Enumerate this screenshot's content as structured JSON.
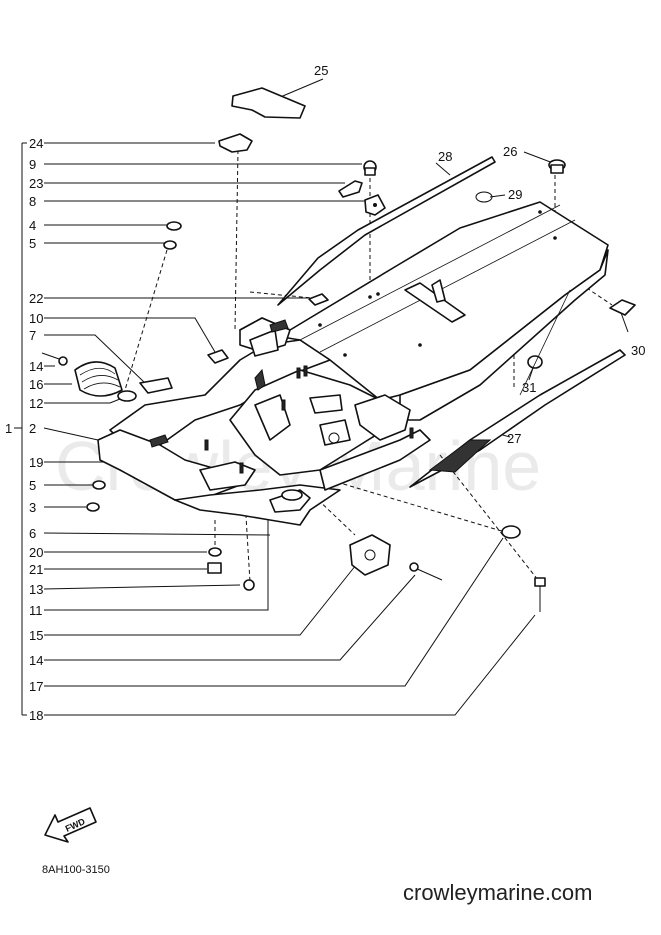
{
  "diagram_code": "8AH100-3150",
  "website": "crowleymarine.com",
  "watermark": "Crowley Marine",
  "fwd_label": "FWD",
  "group_label": "1",
  "left_labels": [
    "24",
    "9",
    "23",
    "8",
    "4",
    "5",
    "22",
    "10",
    "7",
    "14",
    "16",
    "12",
    "2",
    "19",
    "5",
    "3",
    "6",
    "20",
    "21",
    "13",
    "11",
    "15",
    "14",
    "17",
    "18"
  ],
  "right_labels": {
    "l25": "25",
    "l26": "26",
    "l28": "28",
    "l29": "29",
    "l30": "30",
    "l31": "31",
    "l27": "27"
  }
}
